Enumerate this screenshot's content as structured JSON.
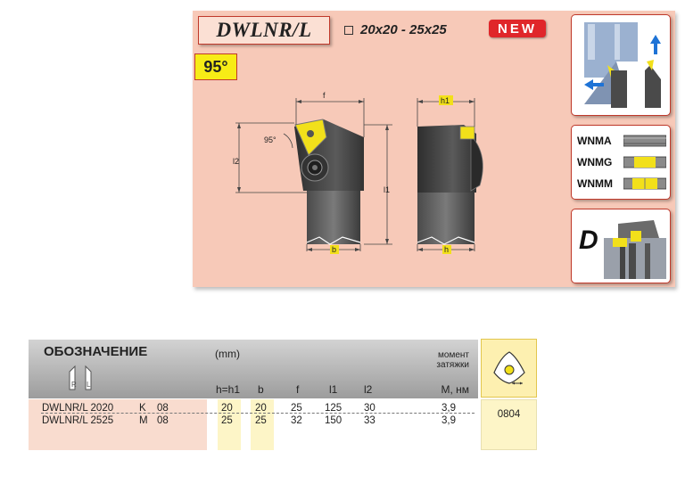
{
  "header": {
    "title": "DWLNR/L",
    "size_range": "20x20 - 25x25",
    "badge": "NEW",
    "angle": "95°"
  },
  "drawing": {
    "dim_f": "f",
    "dim_h1": "h1",
    "dim_l1": "l1",
    "dim_l2": "l2",
    "dim_b": "b",
    "dim_h": "h",
    "angle_label": "95°"
  },
  "inserts": {
    "items": [
      {
        "label": "WNMA"
      },
      {
        "label": "WNMG"
      },
      {
        "label": "WNMM"
      }
    ],
    "clamp_letter": "D"
  },
  "colors": {
    "panel": "#f7c9b8",
    "title_border": "#c0392b",
    "badge": "#e0262a",
    "angle_box": "#f7ec16",
    "insert_yellow": "#f2e01a",
    "table_yellow": "#fdf5c7",
    "arrow_blue": "#1e73d6"
  },
  "table": {
    "title": "ОБОЗНАЧЕНИЕ",
    "hand_icon_labels": [
      "R",
      "L"
    ],
    "unit_label": "(mm)",
    "torque_label_1": "момент",
    "torque_label_2": "затяжки",
    "columns": [
      "h=h1",
      "b",
      "f",
      "l1",
      "l2",
      "M, нм"
    ],
    "rows": [
      {
        "code": "DWLNR/L 2020",
        "class": "K",
        "size": "08",
        "h": "20",
        "b": "20",
        "f": "25",
        "l1": "125",
        "l2": "30",
        "m": "3,9"
      },
      {
        "code": "DWLNR/L 2525",
        "class": "M",
        "size": "08",
        "h": "25",
        "b": "25",
        "f": "32",
        "l1": "150",
        "l2": "33",
        "m": "3,9"
      }
    ],
    "insert_code": "0804"
  }
}
